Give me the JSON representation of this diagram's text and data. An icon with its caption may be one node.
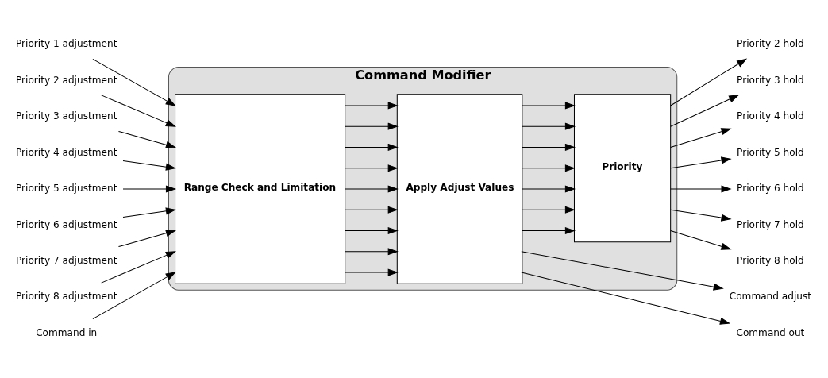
{
  "diagram": {
    "nodes": [
      {
        "text": [
          "Command Modifier"
        ]
      },
      {
        "text": [
          "Range Check and Limitation"
        ],
        "in": 0
      },
      {
        "text": [
          "Apply Adjust Values"
        ],
        "in": 0
      },
      {
        "text": [
          "Priority"
        ],
        "in": 0
      },
      {
        "text": [
          "Priority 1 adjustment"
        ]
      },
      {
        "text": [
          "Priority 2 adjustment"
        ]
      },
      {
        "text": [
          "Priority 3 adjustment"
        ]
      },
      {
        "text": [
          "Priority 4 adjustment"
        ]
      },
      {
        "text": [
          "Priority 5 adjustment"
        ]
      },
      {
        "text": [
          "Priority 6 adjustment"
        ]
      },
      {
        "text": [
          "Priority 7 adjustment"
        ]
      },
      {
        "text": [
          "Priority 8 adjustment"
        ]
      },
      {
        "text": [
          "Command in"
        ]
      },
      {
        "text": [
          "Priority 2 hold"
        ]
      },
      {
        "text": [
          "Priority 3 hold"
        ]
      },
      {
        "text": [
          "Priority 4 hold"
        ]
      },
      {
        "text": [
          "Priority 5 hold"
        ]
      },
      {
        "text": [
          "Priority 6 hold"
        ]
      },
      {
        "text": [
          "Priority 7 hold"
        ]
      },
      {
        "text": [
          "Priority 8 hold"
        ]
      },
      {
        "text": [
          "Command adjust"
        ]
      },
      {
        "text": [
          "Command out"
        ]
      }
    ],
    "edges": [
      {
        "from": 4,
        "to": 1,
        "arrow": "to"
      },
      {
        "from": 5,
        "to": 1,
        "arrow": "to"
      },
      {
        "from": 6,
        "to": 1,
        "arrow": "to"
      },
      {
        "from": 7,
        "to": 1,
        "arrow": "to"
      },
      {
        "from": 8,
        "to": 1,
        "arrow": "to"
      },
      {
        "from": 9,
        "to": 1,
        "arrow": "to"
      },
      {
        "from": 10,
        "to": 1,
        "arrow": "to"
      },
      {
        "from": 11,
        "to": 1,
        "arrow": "to"
      },
      {
        "from": 12,
        "to": 1,
        "arrow": "to"
      },
      {
        "from": 1,
        "to": 2,
        "arrow": "to"
      },
      {
        "from": 1,
        "to": 2,
        "arrow": "to"
      },
      {
        "from": 1,
        "to": 2,
        "arrow": "to"
      },
      {
        "from": 1,
        "to": 2,
        "arrow": "to"
      },
      {
        "from": 1,
        "to": 2,
        "arrow": "to"
      },
      {
        "from": 1,
        "to": 2,
        "arrow": "to"
      },
      {
        "from": 1,
        "to": 2,
        "arrow": "to"
      },
      {
        "from": 1,
        "to": 2,
        "arrow": "to"
      },
      {
        "from": 1,
        "to": 2,
        "arrow": "to"
      },
      {
        "from": 2,
        "to": 3,
        "arrow": "to"
      },
      {
        "from": 2,
        "to": 3,
        "arrow": "to"
      },
      {
        "from": 2,
        "to": 3,
        "arrow": "to"
      },
      {
        "from": 2,
        "to": 3,
        "arrow": "to"
      },
      {
        "from": 2,
        "to": 3,
        "arrow": "to"
      },
      {
        "from": 2,
        "to": 3,
        "arrow": "to"
      },
      {
        "from": 2,
        "to": 3,
        "arrow": "to"
      },
      {
        "from": 3,
        "to": 13,
        "arrow": "to"
      },
      {
        "from": 3,
        "to": 14,
        "arrow": "to"
      },
      {
        "from": 3,
        "to": 15,
        "arrow": "to"
      },
      {
        "from": 3,
        "to": 16,
        "arrow": "to"
      },
      {
        "from": 3,
        "to": 17,
        "arrow": "to"
      },
      {
        "from": 3,
        "to": 18,
        "arrow": "to"
      },
      {
        "from": 3,
        "to": 19,
        "arrow": "to"
      },
      {
        "from": 2,
        "to": 20,
        "arrow": "to"
      },
      {
        "from": 2,
        "to": 21,
        "arrow": "to"
      }
    ]
  }
}
